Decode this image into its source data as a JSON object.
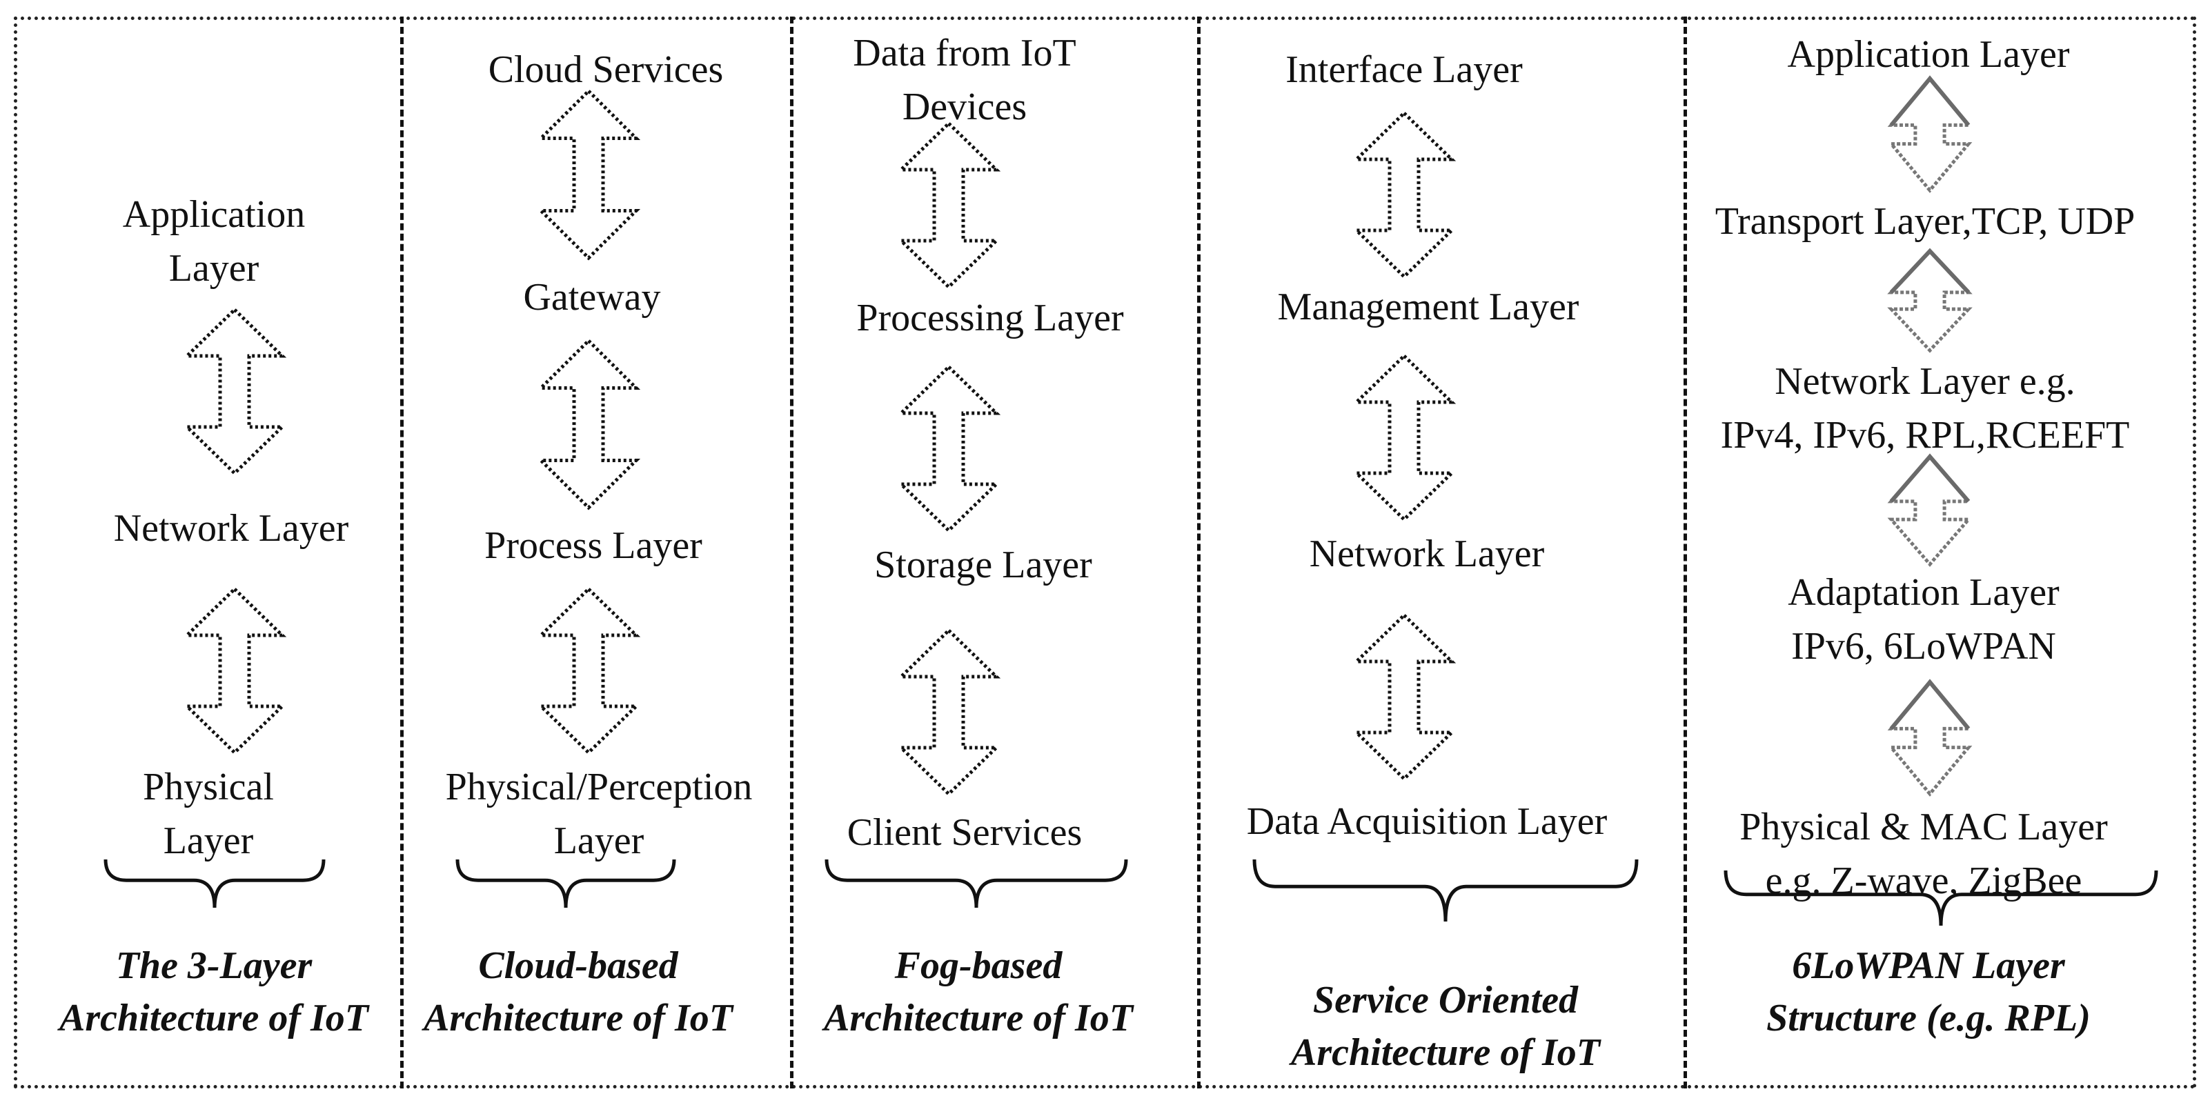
{
  "panels": [
    {
      "layers": [
        "Application Layer",
        "Network Layer",
        "Physical Layer"
      ],
      "caption": "The 3-Layer Architecture of IoT"
    },
    {
      "layers": [
        "Cloud Services",
        "Gateway",
        "Process Layer",
        "Physical/Perception Layer"
      ],
      "caption": "Cloud-based Architecture of IoT"
    },
    {
      "layers": [
        "Data from IoT Devices",
        "Processing Layer",
        "Storage Layer",
        "Client Services"
      ],
      "caption": "Fog-based Architecture of IoT"
    },
    {
      "layers": [
        "Interface Layer",
        "Management Layer",
        "Network Layer",
        "Data Acquisition Layer"
      ],
      "caption": "Service Oriented Architecture of IoT"
    },
    {
      "layers": [
        "Application Layer",
        "Transport Layer,TCP, UDP",
        "Network Layer e.g. IPv4, IPv6, RPL,RCEEFT",
        "Adaptation Layer IPv6, 6LoWPAN",
        "Physical & MAC Layer e.g.  Z-wave, ZigBee"
      ],
      "caption": "6LoWPAN Layer Structure (e.g. RPL)"
    }
  ],
  "line_split": {
    "p0_l0": [
      "Application",
      "Layer"
    ],
    "p0_l2": [
      "Physical",
      "Layer"
    ],
    "p0_cap": [
      "The 3-Layer",
      "Architecture of IoT"
    ],
    "p1_l3": [
      "Physical/Perception",
      "Layer"
    ],
    "p1_cap": [
      "Cloud-based",
      "Architecture of IoT"
    ],
    "p2_l0": [
      "Data from IoT",
      "Devices"
    ],
    "p2_cap": [
      "Fog-based",
      "Architecture of IoT"
    ],
    "p3_cap": [
      "Service Oriented",
      "Architecture of IoT"
    ],
    "p4_l2": [
      "Network Layer e.g.",
      "IPv4, IPv6, RPL,RCEEFT"
    ],
    "p4_l3": [
      "Adaptation Layer",
      "IPv6, 6LoWPAN"
    ],
    "p4_l4": [
      "Physical & MAC Layer",
      "e.g.  Z-wave, ZigBee"
    ],
    "p4_cap": [
      "6LoWPAN Layer",
      "Structure (e.g. RPL)"
    ]
  },
  "styles": {
    "dotted_arrow_color": "#111111",
    "gray_arrow_color": "#777777",
    "text_color": "#111111"
  }
}
